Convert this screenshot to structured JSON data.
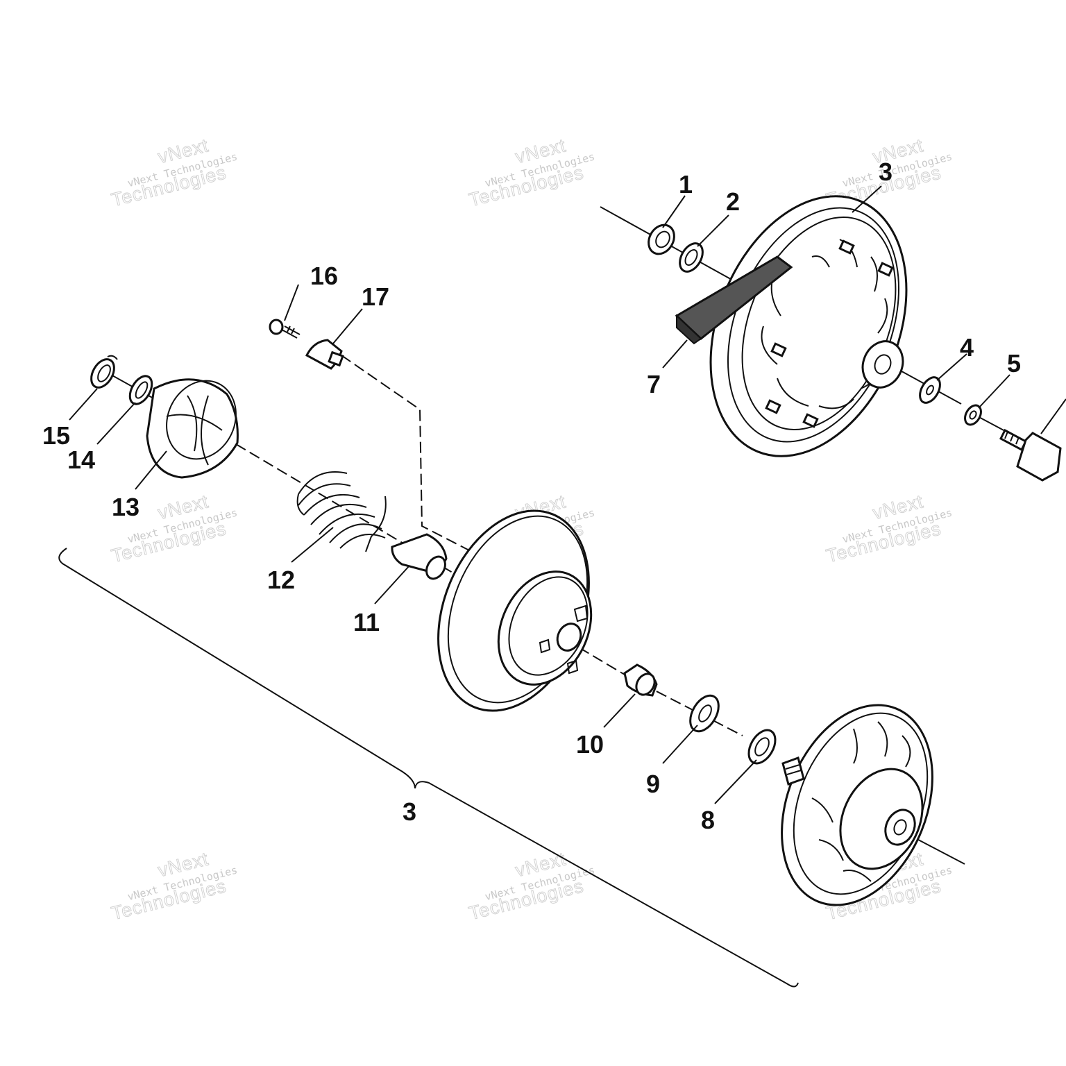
{
  "watermark": {
    "line1": "vNext",
    "line2": "vNext Technologies",
    "line3": "Technologies"
  },
  "callouts": [
    "1",
    "2",
    "3",
    "4",
    "5",
    "7",
    "8",
    "9",
    "10",
    "11",
    "12",
    "13",
    "14",
    "15",
    "16",
    "17",
    "3"
  ],
  "colors": {
    "line": "#111111",
    "background": "#ffffff",
    "watermark": "#c8c8c8"
  }
}
